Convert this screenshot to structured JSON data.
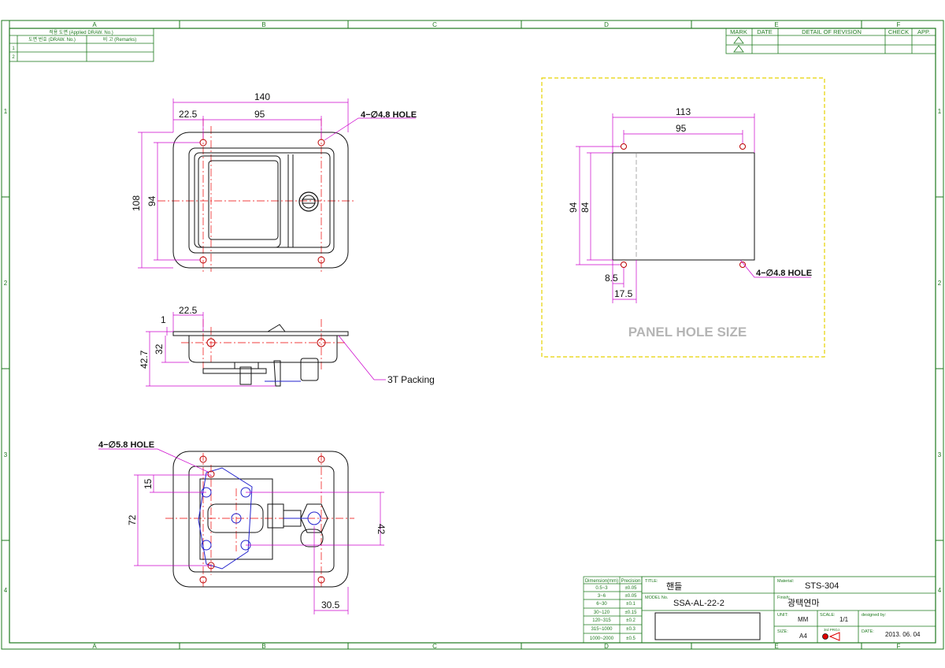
{
  "frame": {
    "cols": [
      "A",
      "B",
      "C",
      "D",
      "E",
      "F"
    ],
    "rows": [
      "1",
      "2",
      "3",
      "4"
    ]
  },
  "applied_table": {
    "header": "적용 도면 (Applied DRAW. No.)",
    "col1": "도면 번호 (DRAW. No.)",
    "col2": "비 고 (Remarks)",
    "rows": [
      "1",
      "2"
    ]
  },
  "revision_table": {
    "headers": [
      "MARK",
      "DATE",
      "DETAIL OF REVISION",
      "CHECK",
      "APP."
    ]
  },
  "front_view": {
    "dim_width": "140",
    "dim_left_offset": "22.5",
    "dim_hole_pitch": "95",
    "hole_note": "4−∅4.8 HOLE",
    "dim_height": "108",
    "dim_hole_vpitch": "94"
  },
  "side_view": {
    "dim_offset": "22.5",
    "dim_thickness": "1",
    "dim_depth": "42.7",
    "dim_body": "32",
    "packing_note": "3T Packing"
  },
  "rear_view": {
    "hole_note": "4−∅5.8 HOLE",
    "dim_15": "15",
    "dim_72": "72",
    "dim_42": "42",
    "dim_30_5": "30.5"
  },
  "panel_view": {
    "dim_width": "113",
    "dim_hole_pitch": "95",
    "dim_height": "94",
    "dim_hole_vpitch": "84",
    "dim_8_5": "8.5",
    "dim_17_5": "17.5",
    "hole_note": "4−∅4.8 HOLE",
    "caption": "PANEL HOLE SIZE"
  },
  "tolerance_table": {
    "headers": [
      "Dimension(mm)",
      "Precision"
    ],
    "rows": [
      [
        "0.5~3",
        "±0.05"
      ],
      [
        "3~6",
        "±0.05"
      ],
      [
        "6~30",
        "±0.1"
      ],
      [
        "30~120",
        "±0.15"
      ],
      [
        "120~315",
        "±0.2"
      ],
      [
        "315~1000",
        "±0.3"
      ],
      [
        "1000~2000",
        "±0.5"
      ]
    ]
  },
  "title_block": {
    "title_label": "TITLE:",
    "title": "핸들",
    "model_label": "MODEL No.",
    "model": "SSA-AL-22-2",
    "material_label": "Material:",
    "material": "STS-304",
    "finish_label": "Finish:",
    "finish": "광택연마",
    "unit_label": "UNIT:",
    "unit": "MM",
    "scale_label": "SCALE:",
    "scale": "1/1",
    "designed_label": "designed by:",
    "size_label": "SIZE:",
    "size": "A4",
    "projection_label": "3rd PROJ.",
    "date_label": "DATE:",
    "date": "2013. 06. 04"
  }
}
